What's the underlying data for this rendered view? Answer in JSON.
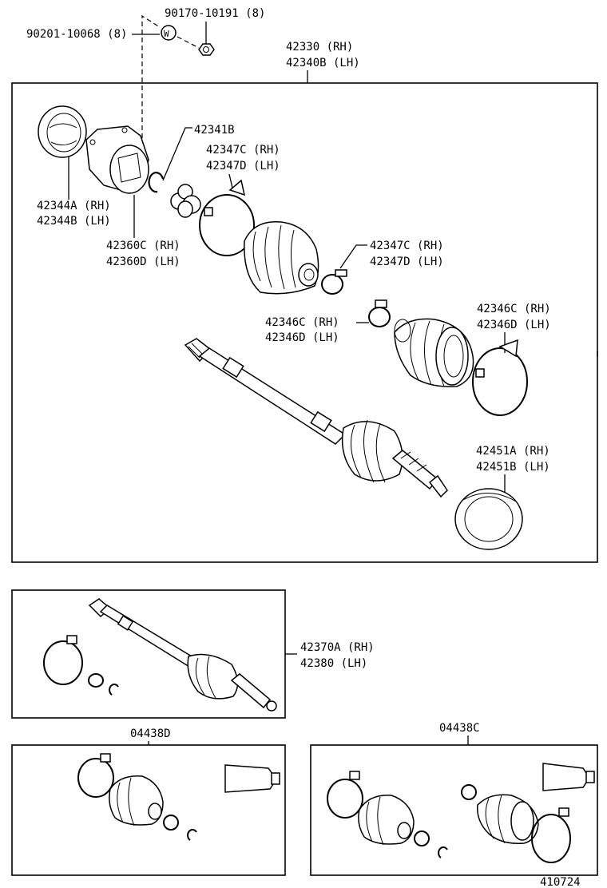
{
  "labels": {
    "p90170": "90170-10191 (8)",
    "p90201": "90201-10068 (8)",
    "washer_mark": "W",
    "p42330": "42330 (RH)",
    "p42340b": "42340B (LH)",
    "p42341b": "42341B",
    "p42347c_a": "42347C (RH)",
    "p42347d_a": "42347D (LH)",
    "p42344a": "42344A (RH)",
    "p42344b": "42344B (LH)",
    "p42360c": "42360C (RH)",
    "p42360d": "42360D (LH)",
    "p42347c_b": "42347C (RH)",
    "p42347d_b": "42347D (LH)",
    "p42346c_a": "42346C (RH)",
    "p42346d_a": "42346D (LH)",
    "p42346c_b": "42346C (RH)",
    "p42346d_b": "42346D (LH)",
    "p42451a": "42451A (RH)",
    "p42451b": "42451B (LH)",
    "p42370a": "42370A (RH)",
    "p42380": "42380 (LH)",
    "p04438d": "04438D",
    "p04438c": "04438C",
    "diagram_id": "410724"
  }
}
